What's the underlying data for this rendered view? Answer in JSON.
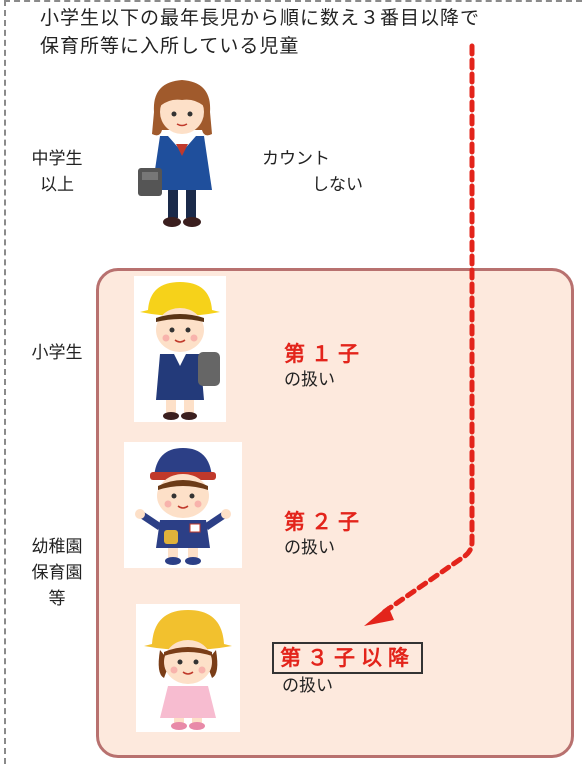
{
  "title_line1": "小学生以下の最年長児から順に数え３番目以降で",
  "title_line2": "保育所等に入所している児童",
  "label_junior_high_1": "中学生",
  "label_junior_high_2": "以上",
  "count_line1": "カウント",
  "count_line2": "しない",
  "label_elementary": "小学生",
  "label_preschool_1": "幼稚園",
  "label_preschool_2": "保育園",
  "label_preschool_3": "等",
  "first_child": {
    "ordinal": "第１子",
    "suffix": "の扱い"
  },
  "second_child": {
    "ordinal": "第２子",
    "suffix": "の扱い"
  },
  "third_child": {
    "ordinal": "第３子以降",
    "suffix": "の扱い"
  },
  "colors": {
    "accent_red": "#e3241b",
    "panel_bg": "#fde9dd",
    "panel_border": "#b8716f",
    "arrow_red": "#e3241b"
  },
  "icons": [
    "schoolgirl-uniform-icon",
    "schoolboy-yellow-cap-icon",
    "kindergarten-boy-icon",
    "kindergarten-girl-icon"
  ]
}
